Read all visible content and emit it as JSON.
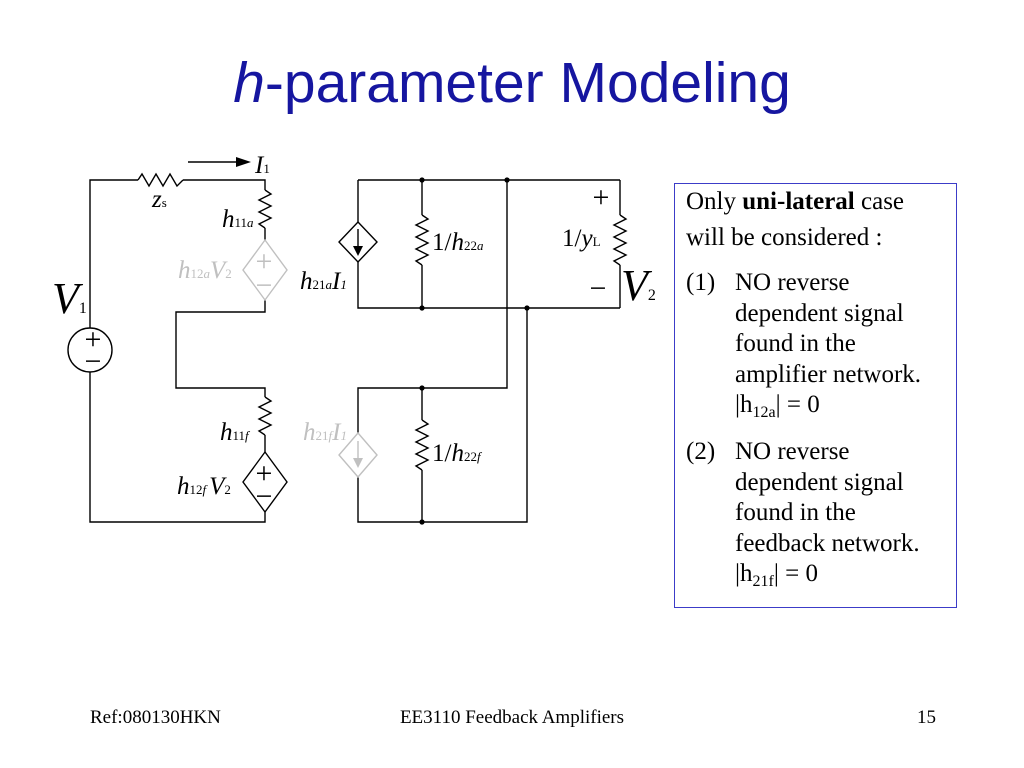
{
  "title": {
    "italic": "h",
    "rest": "-parameter Modeling"
  },
  "circuit": {
    "plus": "+",
    "minus": "−",
    "i1_label": {
      "sym": "I",
      "sub": "1"
    },
    "zs_label": {
      "sym": "z",
      "sub": "s"
    },
    "h11a_label": {
      "sym": "h",
      "sub": "11",
      "sub_var": "a"
    },
    "h12a_v2_label": {
      "sym": "h",
      "sub": "12",
      "sub_var": "a",
      "var": "V",
      "var_sub": "2"
    },
    "v1_label": {
      "sym": "V",
      "sub": "1"
    },
    "h21a_i1_label": {
      "sym": "h",
      "sub": "21",
      "sub_var": "a",
      "var": "I",
      "var_sub": "1"
    },
    "h22a_label": {
      "prefix": "1/",
      "sym": "h",
      "sub": "22",
      "sub_var": "a"
    },
    "yl_label": {
      "prefix": "1/",
      "sym": "y",
      "sub": "L"
    },
    "v2_label": {
      "sym": "V",
      "sub": "2"
    },
    "h11f_label": {
      "sym": "h",
      "sub": "11",
      "sub_var": "f"
    },
    "h12f_v2_label": {
      "sym": "h",
      "sub": "12",
      "sub_var": "f",
      "var": "V",
      "var_sub": "2"
    },
    "h21f_i1_label": {
      "sym": "h",
      "sub": "21",
      "sub_var": "f",
      "var": "I",
      "var_sub": "1"
    },
    "h22f_label": {
      "prefix": "1/",
      "sym": "h",
      "sub": "22",
      "sub_var": "f"
    }
  },
  "note_box": {
    "intro": {
      "pre": "Only ",
      "bold": "uni-lateral",
      "post": " case",
      "line2": "will be considered :"
    },
    "items": [
      {
        "number": "(1)",
        "lines": [
          "NO reverse",
          "dependent signal",
          "found in the",
          "amplifier network."
        ],
        "condition": {
          "pre": "|h",
          "sub": "12a",
          "post": "| = 0"
        }
      },
      {
        "number": "(2)",
        "lines": [
          "NO reverse",
          "dependent signal",
          "found in the",
          "feedback network."
        ],
        "condition": {
          "pre": "|h",
          "sub": "21f",
          "post": "| = 0"
        }
      }
    ]
  },
  "footer": {
    "ref": "Ref:080130HKN",
    "course": "EE3110 Feedback Amplifiers",
    "page": "15"
  },
  "colors": {
    "title": "#1616a0",
    "box_border": "#3c3cc8",
    "inactive_source": "#c0c0c0",
    "wire": "#000000"
  }
}
